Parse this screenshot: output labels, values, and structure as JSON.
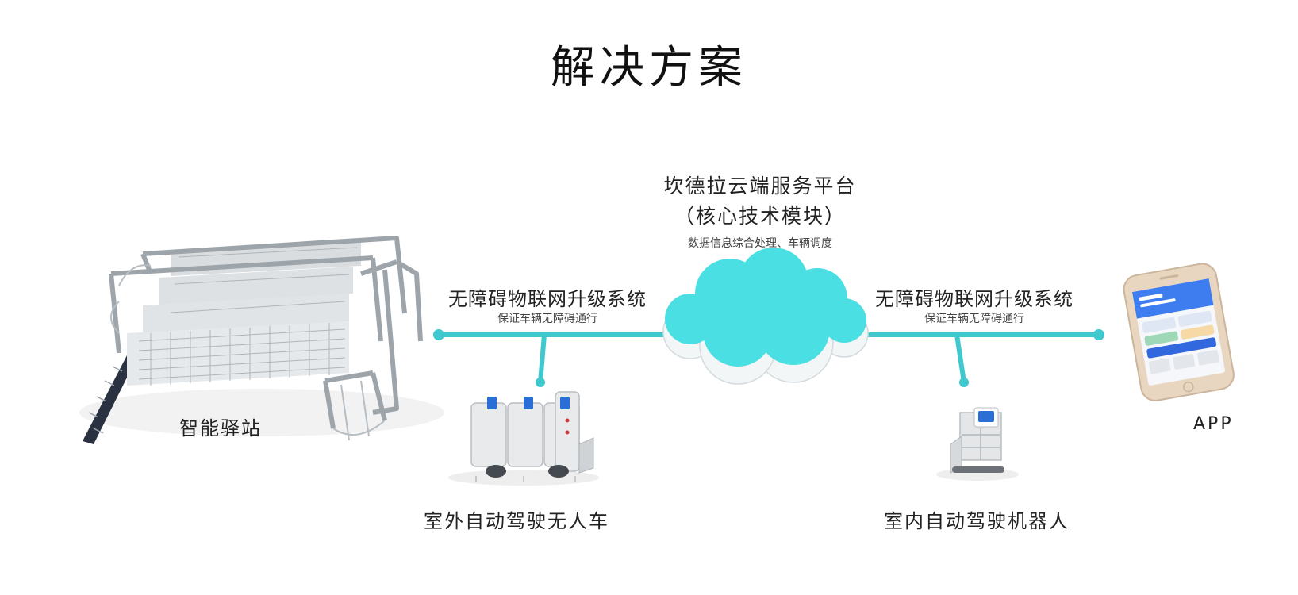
{
  "title": "解决方案",
  "cloud": {
    "line1": "坎德拉云端服务平台",
    "line2": "（核心技术模块）",
    "sub": "数据信息综合处理、车辆调度"
  },
  "links": [
    {
      "title": "无障碍物联网升级系统",
      "sub": "保证车辆无障碍通行"
    },
    {
      "title": "无障碍物联网升级系统",
      "sub": "保证车辆无障碍通行"
    }
  ],
  "nodes": {
    "station": "智能驿站",
    "outdoor": "室外自动驾驶无人车",
    "indoor": "室内自动驾驶机器人",
    "app": "APP"
  },
  "colors": {
    "accent": "#3fc9cf",
    "cloud": "#49dfe3"
  },
  "icons": [
    "cloud-icon",
    "station-building-icon",
    "outdoor-vehicle-icon",
    "indoor-robot-icon",
    "smartphone-icon"
  ]
}
